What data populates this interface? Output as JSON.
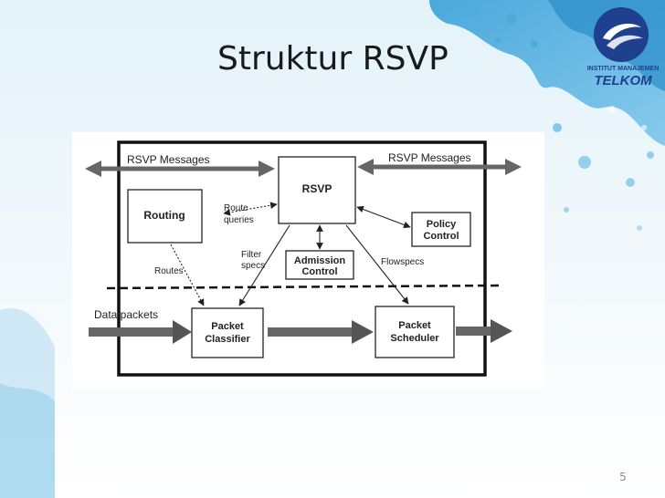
{
  "slide": {
    "title": "Struktur RSVP",
    "page_number": "5"
  },
  "logo": {
    "line1": "INSTITUT MANAJEMEN",
    "line2": "TELKOM"
  },
  "diagram": {
    "rsvp_messages_left": "RSVP Messages",
    "rsvp_messages_right": "RSVP Messages",
    "rsvp": "RSVP",
    "routing": "Routing",
    "route_queries_1": "Route",
    "route_queries_2": "queries",
    "policy_1": "Policy",
    "policy_2": "Control",
    "filter_specs_1": "Filter",
    "filter_specs_2": "specs",
    "admission_1": "Admission",
    "admission_2": "Control",
    "flowspecs": "Flowspecs",
    "routes": "Routes",
    "data_packets": "Data packets",
    "classifier_1": "Packet",
    "classifier_2": "Classifier",
    "scheduler_1": "Packet",
    "scheduler_2": "Scheduler"
  }
}
